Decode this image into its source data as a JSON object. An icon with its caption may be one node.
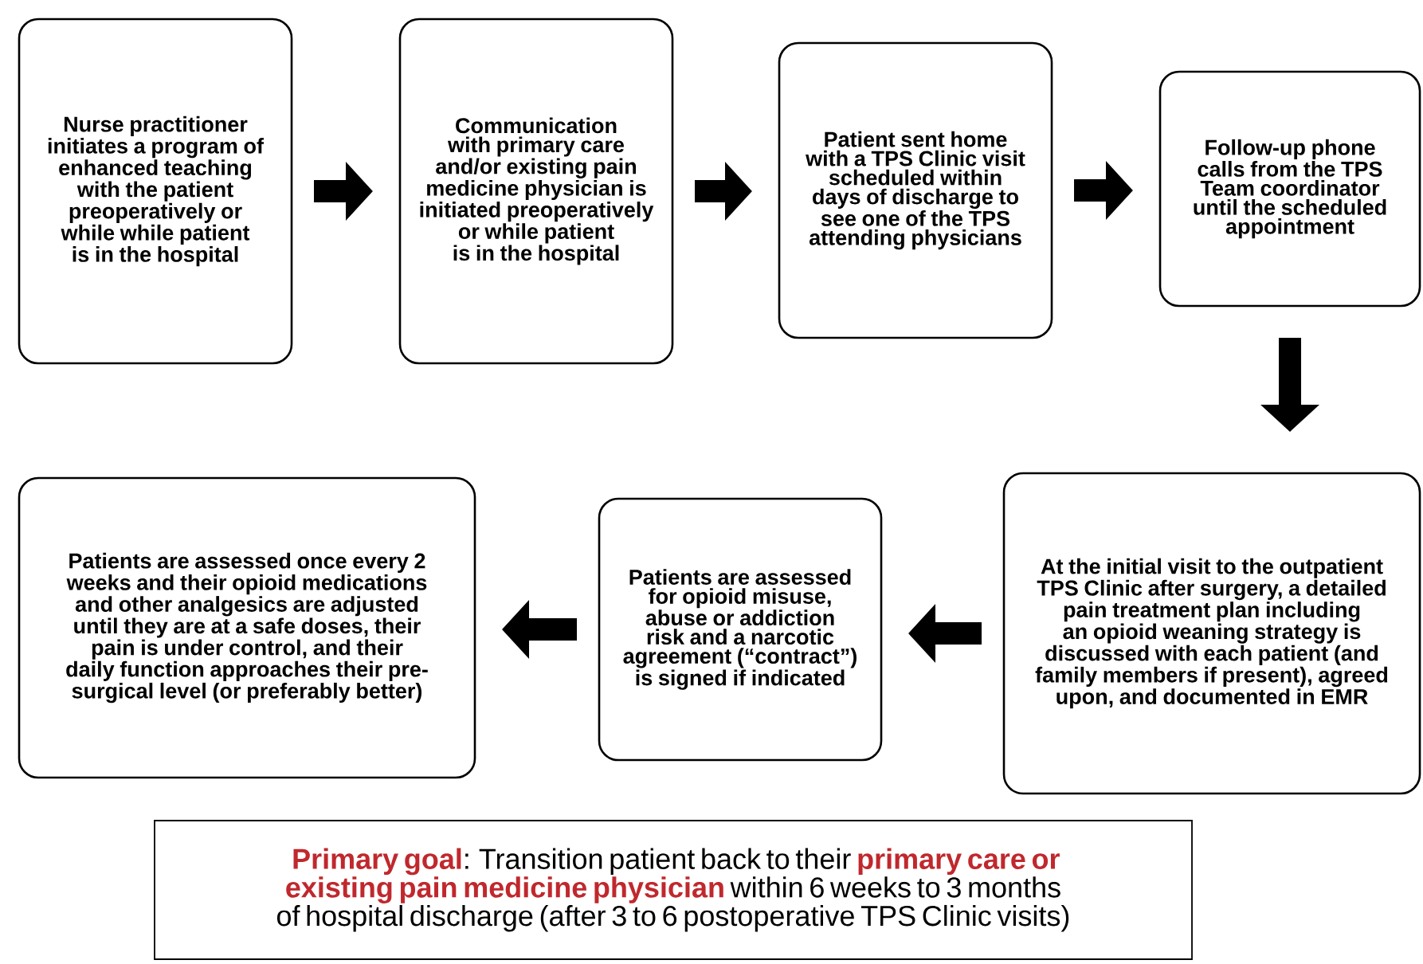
{
  "diagram": {
    "nodes": [
      {
        "text": [
          "Nurse practitioner initiates a program of enhanced teaching with the patient preoperatively or while while patient is in the hospital"
        ]
      },
      {
        "text": [
          "Communication with primary care and/or existing pain medicine physician is initiated preoperatively or while patient is in the hospital"
        ]
      },
      {
        "text": [
          "Patient sent home with a TPS Clinic visit scheduled within days of discharge to see one of the TPS attending physicians"
        ]
      },
      {
        "text": [
          "Follow-up phone calls from the TPS Team coordinator until the scheduled appointment"
        ]
      },
      {
        "text": [
          "At the initial visit to the outpatient TPS Clinic after surgery, a detailed pain treatment plan including an opioid weaning strategy is discussed with each patient (and family members if present), agreed upon, and documented in EMR"
        ]
      },
      {
        "text": [
          "Patients are assessed for opioid misuse, abuse or addiction risk and a narcotic agreement (“contract”) is signed if indicated"
        ]
      },
      {
        "text": [
          "Patients are assessed once every 2 weeks and their opioid medications and other analgesics are adjusted until they are at a safe doses, their pain is under control, and their daily function approaches their pre-surgical level (or preferably better)"
        ]
      },
      {
        "text": [
          "**Primary goal**: Transition patient back to their **primary care or existing pain medicine physician** within 6 weeks to 3 months of hospital discharge (after 3 to 6 postoperative TPS Clinic visits)"
        ]
      }
    ],
    "edges": [
      {
        "from": 0,
        "to": 1,
        "arrow": "to"
      },
      {
        "from": 1,
        "to": 2,
        "arrow": "to"
      },
      {
        "from": 2,
        "to": 3,
        "arrow": "to"
      },
      {
        "from": 3,
        "to": 4,
        "arrow": "to"
      },
      {
        "from": 4,
        "to": 5,
        "arrow": "to"
      },
      {
        "from": 5,
        "to": 6,
        "arrow": "to"
      }
    ]
  }
}
